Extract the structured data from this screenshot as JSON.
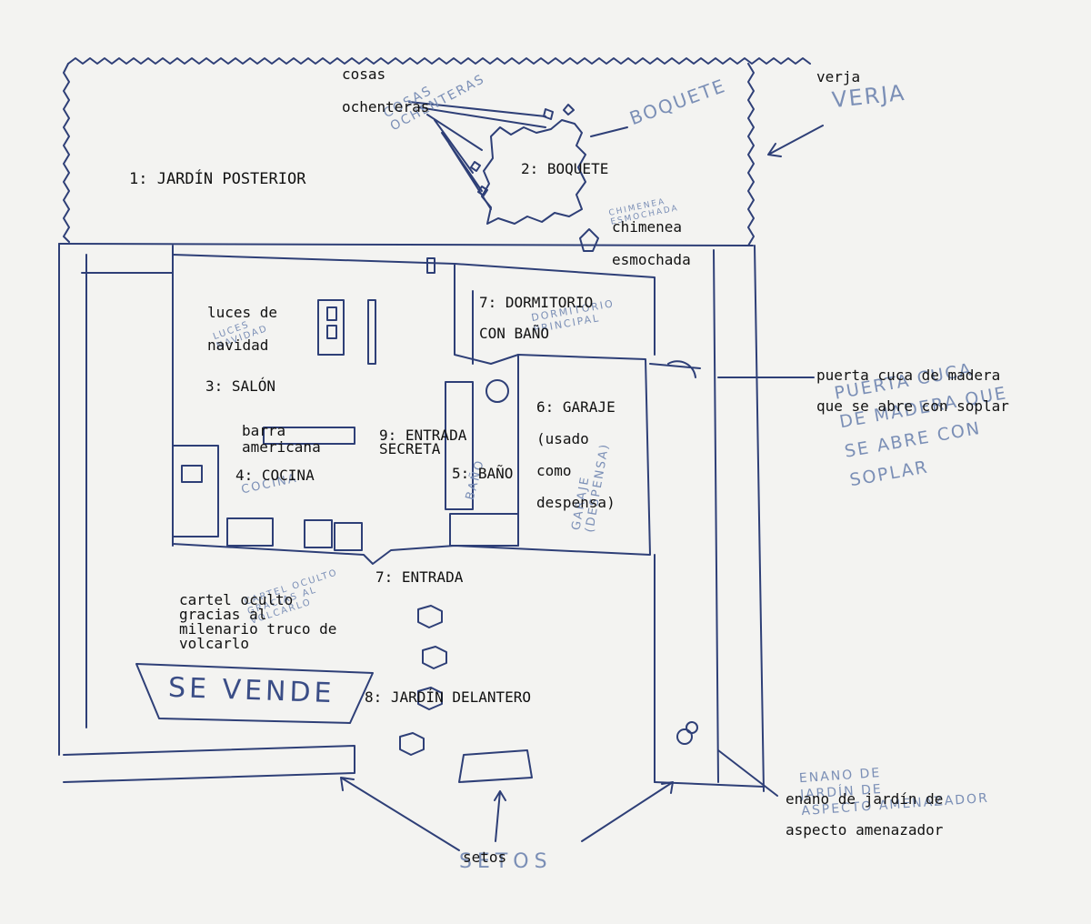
{
  "colors": {
    "paper": "#f3f3f1",
    "ink": "#2e3f77",
    "pencil": "#7b8fb6",
    "label": "#111111"
  },
  "labels": {
    "cosas_ochenteras": "cosas\nochenteras",
    "verja": "verja",
    "jardin_posterior": "1: JARDÍN POSTERIOR",
    "boquete": "2: BOQUETE",
    "chimenea": "chimenea\nesmochada",
    "dormitorio": "7: DORMITORIO\nCON BAÑO",
    "luces": "luces de\nnavidad",
    "salon": "3: SALÓN",
    "puerta": "puerta cuca de madera\nque se abre con soplar",
    "garaje": "6: GARAJE\n(usado\ncomo\ndespensa)",
    "barra": "barra\namericana",
    "entrada_secreta": "9: ENTRADA\nSECRETA",
    "bano": "5: BAÑO",
    "cocina": "4: COCINA",
    "entrada": "7: ENTRADA",
    "cartel": "cartel oculto\ngracias al\nmilenario truco de\nvolcarlo",
    "jardin_delantero": "8: JARDÍN DELANTERO",
    "enano": "enano de jardín de\naspecto amenazador",
    "setos": "setos"
  },
  "handwritten": {
    "verja": "VERJA",
    "boquete": "BOQUETE",
    "cosas": "COSAS\nOCHENTERAS",
    "chimenea": "CHIMENEA\nESMOCHADA",
    "puerta": "PUERTA CUCA\nDE MADERA QUE\nSE ABRE CON\nSOPLAR",
    "setos": "SETOS",
    "enano": "ENANO DE\nJARDÍN DE\nASPECTO AMENAZADOR",
    "sign": "SE VENDE",
    "garaje": "GARAJE\n(DESPENSA)",
    "bano": "BAÑO",
    "cocina": "COCINA",
    "dormitorio": "DORMITORIO\nPRINCIPAL",
    "luces": "LUCES\nNAVIDAD",
    "cartel": "CARTEL OCULTO\nGRACIAS AL\nVOLCARLO"
  }
}
